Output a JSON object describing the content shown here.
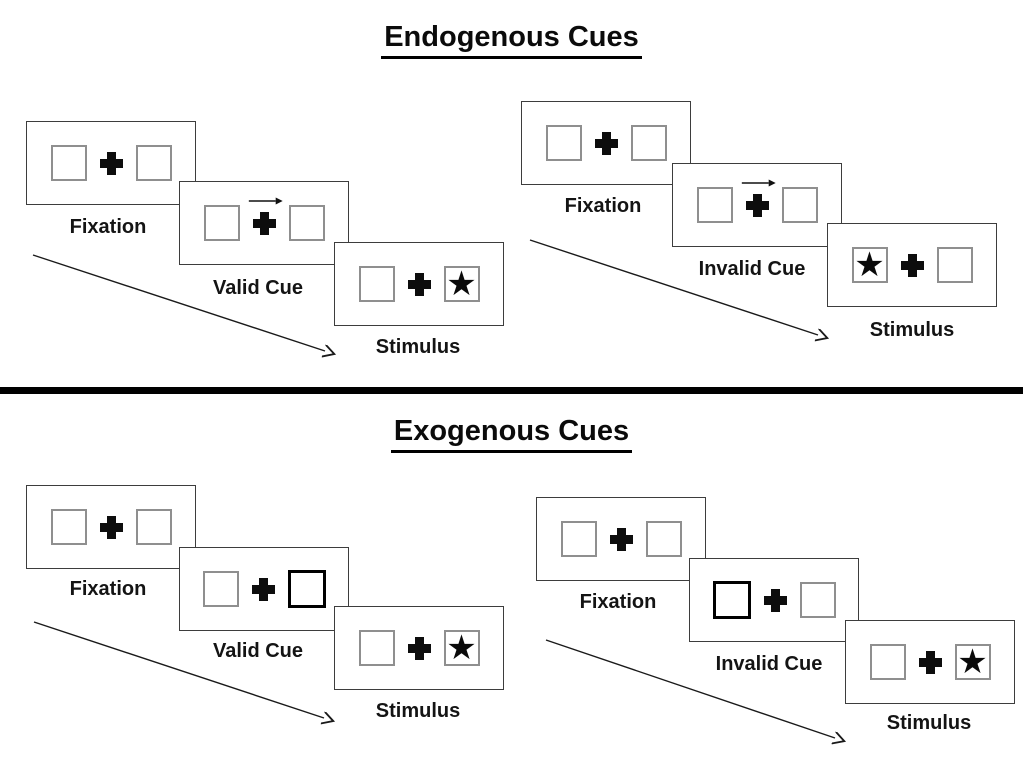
{
  "diagram": "Posner spatial cueing paradigm trial sequences",
  "glyphs": {
    "star": "★"
  },
  "colors": {
    "background": "#ffffff",
    "ink": "#000000",
    "panel_border": "#3d3d3d",
    "box_border": "#8f8f8f"
  },
  "icons": {
    "fixation_cross": "plus-cross",
    "cue_arrow": "right-arrow",
    "timeline_arrow": "diagonal-down-right-arrow",
    "target": "black-star"
  },
  "sections": [
    {
      "id": "endogenous",
      "title": "Endogenous Cues",
      "sequences": [
        {
          "id": "endogenous-valid",
          "steps": [
            {
              "label": "Fixation",
              "left_box": "empty",
              "right_box": "empty",
              "center": "fixation-cross"
            },
            {
              "label": "Valid Cue",
              "left_box": "empty",
              "right_box": "empty",
              "center": "fixation-cross-with-right-arrow"
            },
            {
              "label": "Stimulus",
              "left_box": "empty",
              "right_box": "star",
              "center": "fixation-cross"
            }
          ]
        },
        {
          "id": "endogenous-invalid",
          "steps": [
            {
              "label": "Fixation",
              "left_box": "empty",
              "right_box": "empty",
              "center": "fixation-cross"
            },
            {
              "label": "Invalid Cue",
              "left_box": "empty",
              "right_box": "empty",
              "center": "fixation-cross-with-right-arrow"
            },
            {
              "label": "Stimulus",
              "left_box": "star",
              "right_box": "empty",
              "center": "fixation-cross"
            }
          ]
        }
      ]
    },
    {
      "id": "exogenous",
      "title": "Exogenous Cues",
      "sequences": [
        {
          "id": "exogenous-valid",
          "steps": [
            {
              "label": "Fixation",
              "left_box": "empty",
              "right_box": "empty",
              "center": "fixation-cross"
            },
            {
              "label": "Valid Cue",
              "left_box": "empty",
              "right_box": "highlighted-thick-border",
              "center": "fixation-cross"
            },
            {
              "label": "Stimulus",
              "left_box": "empty",
              "right_box": "star",
              "center": "fixation-cross"
            }
          ]
        },
        {
          "id": "exogenous-invalid",
          "steps": [
            {
              "label": "Fixation",
              "left_box": "empty",
              "right_box": "empty",
              "center": "fixation-cross"
            },
            {
              "label": "Invalid Cue",
              "left_box": "highlighted-thick-border",
              "right_box": "empty",
              "center": "fixation-cross"
            },
            {
              "label": "Stimulus",
              "left_box": "empty",
              "right_box": "star",
              "center": "fixation-cross"
            }
          ]
        }
      ]
    }
  ]
}
